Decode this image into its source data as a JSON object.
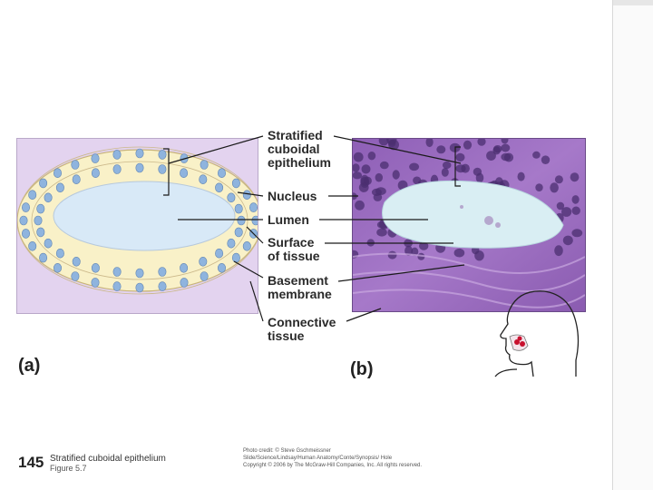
{
  "labels": {
    "stratified": [
      "Stratified",
      "cuboidal",
      "epithelium"
    ],
    "nucleus": "Nucleus",
    "lumen": "Lumen",
    "surface": [
      "Surface",
      "of tissue"
    ],
    "basement": [
      "Basement",
      "membrane"
    ],
    "connective": [
      "Connective",
      "tissue"
    ]
  },
  "panels": {
    "a": "(a)",
    "b": "(b)"
  },
  "footer": {
    "number": "145",
    "title": "Stratified cuboidal epithelium",
    "figure": "Figure 5.7"
  },
  "credits": [
    "Photo credit: © Steve Gschmeissner",
    "Slide/Science/Lindsay/Human Anatomy/Conte/Synopsis/ Hole",
    "Copyright © 2006 by The McGraw-Hill Companies, Inc. All rights reserved."
  ],
  "colors": {
    "diagram_bg": "#e3d3ef",
    "cell_fill": "#f9f1c8",
    "nucleus_fill": "#8fb4de",
    "lumen_fill": "#d8e9f7",
    "micrograph_base": "#9a6cc0",
    "micrograph_nucleus": "#4b2f70"
  },
  "icons": {
    "head_outline": "head-profile-icon"
  }
}
